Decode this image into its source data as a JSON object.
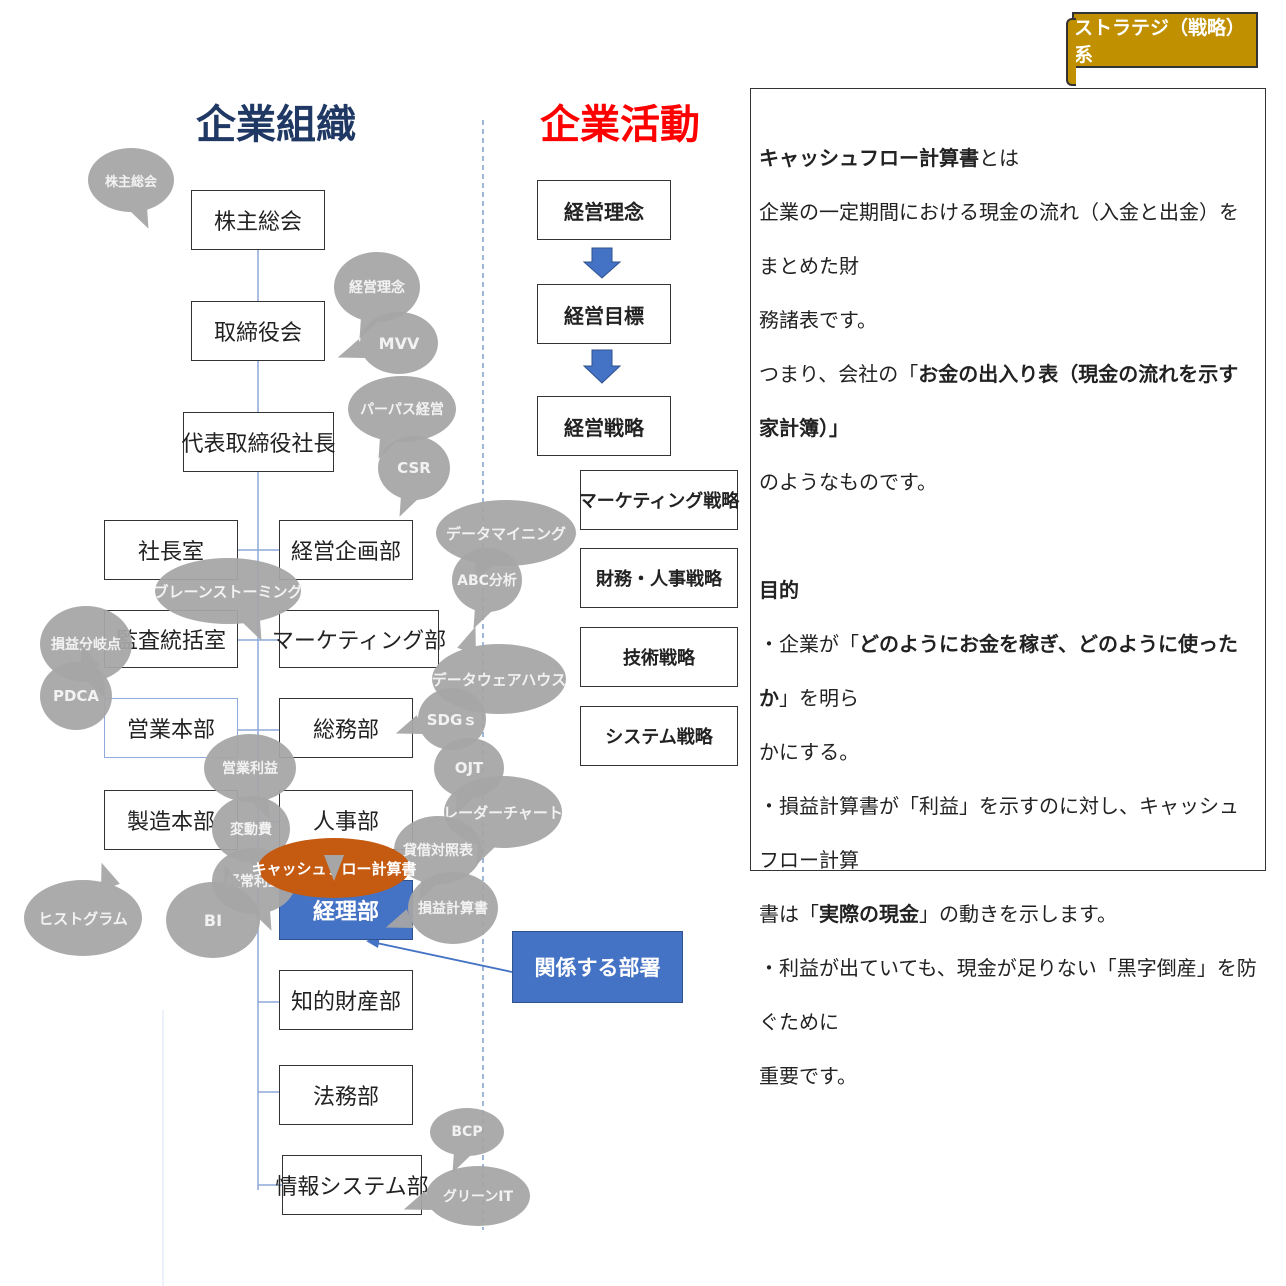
{
  "ribbon": "ストラテジ（戦略）系",
  "headings": {
    "org": "企業組織",
    "activity": "企業活動"
  },
  "org": {
    "shareholders": "株主総会",
    "board": "取締役会",
    "president": "代表取締役社長",
    "president_office": "社長室",
    "audit": "監査統括室",
    "sales": "営業本部",
    "manufacturing": "製造本部",
    "planning": "経営企画部",
    "marketing": "マーケティング部",
    "general_affairs": "総務部",
    "hr": "人事部",
    "accounting": "経理部",
    "ip": "知的財産部",
    "legal": "法務部",
    "is": "情報システム部"
  },
  "activity": {
    "philosophy": "経営理念",
    "goals": "経営目標",
    "strategy": "経営戦略",
    "marketing_strategy": "マーケティング戦略",
    "finance_hr_strategy": "財務・人事戦略",
    "tech_strategy": "技術戦略",
    "system_strategy": "システム戦略"
  },
  "related_label": "関係する部署",
  "highlight_bubble": "キャッシュフロー計算書",
  "bubbles": {
    "kabunushi": "株主総会",
    "keiei_rinen": "経営理念",
    "mvv": "MVV",
    "purpose": "パーパス経営",
    "csr": "CSR",
    "data_mining": "データマイニング",
    "abc": "ABC分析",
    "brainstorming": "ブレーンストーミング",
    "breakeven": "損益分岐点",
    "pdca": "PDCA",
    "dwh": "データウェアハウス",
    "sdgs": "SDGｓ",
    "ojt": "OJT",
    "radar": "レーダーチャート",
    "eigyo_rieki": "営業利益",
    "hendohi": "変動費",
    "keijo_rieki": "経常利益",
    "taishaku": "貸借対照表",
    "soneki": "損益計算書",
    "histogram": "ヒストグラム",
    "bi": "BI",
    "bcp": "BCP",
    "green_it": "グリーンIT"
  },
  "panel": {
    "title_bold": "キャッシュフロー計算書",
    "title_rest": "とは",
    "line1": "企業の一定期間における現金の流れ（入金と出金）をまとめた財",
    "line2": "務諸表です。",
    "line3_a": "つまり、会社の「",
    "line3_b": "お金の出入り表（現金の流れを示す家計簿）",
    "line3_c": "」",
    "line4": "のようなものです。",
    "purpose_heading": "目的",
    "p1_a": "・企業が「",
    "p1_b": "どのようにお金を稼ぎ、どのように使ったか",
    "p1_c": "」を明ら",
    "p1_d": "かにする。",
    "p2_a": "・損益計算書が「利益」を示すのに対し、キャッシュフロー計算",
    "p2_b": "書は「",
    "p2_c": "実際の現金",
    "p2_d": "」の動きを示します。",
    "p3_a": "・利益が出ていても、現金が足りない「黒字倒産」を防ぐために",
    "p3_b": "重要です。"
  },
  "colors": {
    "org_heading": "#1f3864",
    "activity_heading": "#ff0000",
    "accent_blue": "#4472c4",
    "highlight": "#c55a11",
    "bubble_gray": "#a6a6a6",
    "ribbon": "#c09000"
  }
}
